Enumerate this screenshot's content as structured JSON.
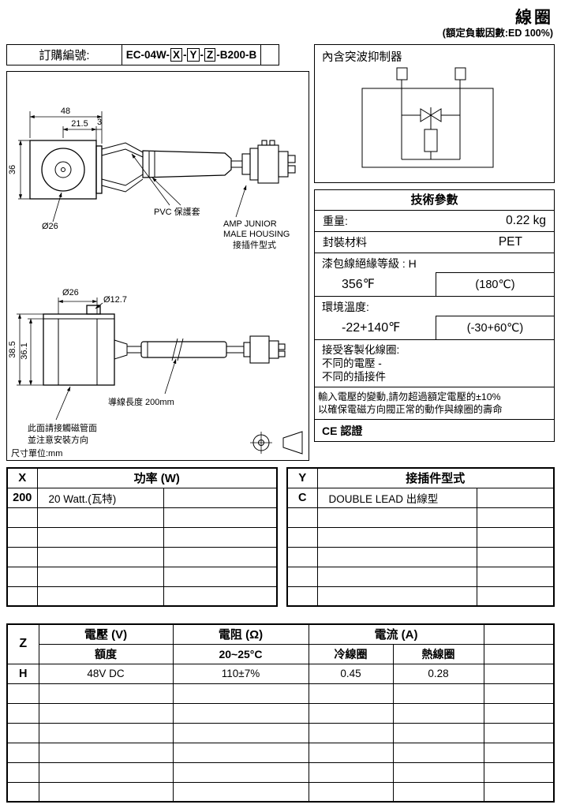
{
  "page": {
    "title": "線圈",
    "subtitle": "(額定負載因數:ED 100%)"
  },
  "order": {
    "label": "訂購編號:",
    "segments": [
      "EC-04W-",
      "X",
      "-",
      "Y",
      "-",
      "Z",
      "-B200-B"
    ]
  },
  "drawing_top": {
    "dim_width": "48",
    "dim_21_5": "21.5",
    "dim_3": "3",
    "dim_height": "36",
    "dim_bore": "Ø26",
    "pvc_label": "PVC 保護套",
    "amp_line1": "AMP JUNIOR",
    "amp_line2": "MALE HOUSING",
    "amp_line3": "接插件型式"
  },
  "drawing_front": {
    "dim_bore": "Ø26",
    "dim_stem": "Ø12.7",
    "dim_outer_h": "38.5",
    "dim_inner_h": "36.1",
    "wire_length": "導線長度 200mm",
    "note_line1": "此面請接觸磁管面",
    "note_line2": "並注意安裝方向"
  },
  "units_label": "尺寸單位:mm",
  "surge_box": {
    "title": "內含突波抑制器"
  },
  "tech_params": {
    "title": "技術參數",
    "weight_label": "重量:",
    "weight_value": "0.22 kg",
    "encapsulation_label": "封裝材料",
    "encapsulation_value": "PET",
    "insulation_label": "漆包線絕緣等級 : H",
    "insulation_f": "356℉",
    "insulation_c": "(180℃)",
    "ambient_label": "環境溫度:",
    "ambient_f": "-22+140℉",
    "ambient_c": "(-30+60℃)",
    "custom_line1": "接受客製化線圈:",
    "custom_line2": "不同的電壓 -",
    "custom_line3": "不同的插接件",
    "voltage_note_line1": "輸入電壓的變動,請勿超過額定電壓的±10%",
    "voltage_note_line2": "以確保電磁方向閥正常的動作與線圈的壽命",
    "ce_label": "CE 認證"
  },
  "x_table": {
    "code_header": "X",
    "title": "功率 (W)",
    "row": {
      "code": "200",
      "value": "20 Watt.(瓦特)"
    }
  },
  "y_table": {
    "code_header": "Y",
    "title": "接插件型式",
    "row": {
      "code": "C",
      "value": "DOUBLE LEAD 出線型"
    }
  },
  "z_table": {
    "code_header": "Z",
    "voltage_header": "電壓 (V)",
    "resistance_header": "電阻 (Ω)",
    "current_header": "電流 (A)",
    "rated_header": "額度",
    "temp_header": "20~25°C",
    "cold_header": "冷線圈",
    "hot_header": "熱線圈",
    "row": {
      "code": "H",
      "voltage": "48V DC",
      "resistance": "110±7%",
      "cold": "0.45",
      "hot": "0.28"
    }
  },
  "colors": {
    "ink": "#000000",
    "paper": "#ffffff"
  }
}
